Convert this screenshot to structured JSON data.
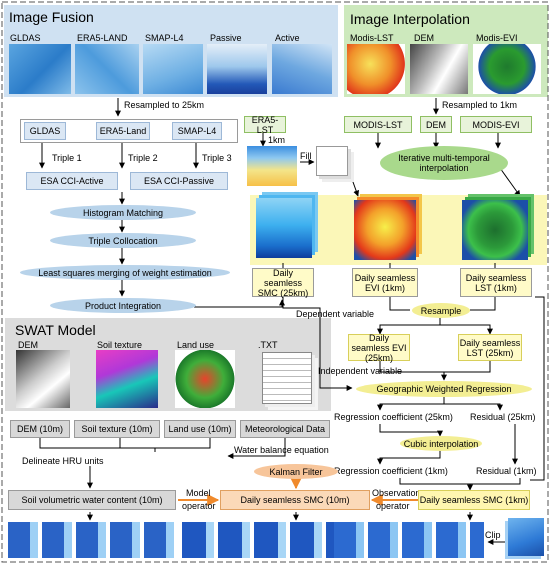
{
  "fusion": {
    "title": "Image Fusion",
    "thumbs": [
      "GLDAS",
      "ERA5-LAND",
      "SMAP-L4",
      "Passive",
      "Active"
    ],
    "resample": "Resampled to 25km",
    "products": [
      "GLDAS",
      "ERA5-Land",
      "SMAP-L4"
    ],
    "triples": [
      "Triple 1",
      "Triple 2",
      "Triple 3"
    ],
    "esa": [
      "ESA CCI-Active",
      "ESA CCI-Passive"
    ],
    "steps": [
      "Histogram Matching",
      "Triple Collocation",
      "Least squares merging of weight estimation",
      "Product Integration"
    ]
  },
  "interp": {
    "title": "Image Interpolation",
    "thumbs": [
      "Modis-LST",
      "DEM",
      "Modis-EVI"
    ],
    "resample": "Resampled to 1km",
    "era5": "ERA5-LST",
    "km1": "1km",
    "fill": "Fill",
    "modis": [
      "MODIS-LST",
      "DEM",
      "MODIS-EVI"
    ],
    "iter": "Iterative multi-temporal interpolation"
  },
  "daily": {
    "smc": "Daily seamless SMC (25km)",
    "evi": "Daily seamless EVI (1km)",
    "lst": "Daily seamless LST (1km)",
    "dependent": "Dependent variable",
    "resample": "Resample",
    "evi25": "Daily seamless EVI (25km)",
    "lst25": "Daily seamless LST (25km)",
    "independent": "Independent variable",
    "gwr": "Geographic Weighted Regression",
    "reg25": "Regression coefficient (25km)",
    "res25": "Residual (25km)",
    "cubic": "Cubic interpolation",
    "reg1": "Regression coefficient (1km)",
    "res1": "Residual (1km)"
  },
  "swat": {
    "title": "SWAT Model",
    "thumbs": [
      "DEM",
      "Soil texture",
      "Land use",
      ".TXT"
    ],
    "inputs": [
      "DEM (10m)",
      "Soil texture (10m)",
      "Land use (10m)",
      "Meteorological Data"
    ],
    "water": "Water balance equation",
    "hru": "Delineate HRU units"
  },
  "bottom": {
    "kalman": "Kalman Filter",
    "svwc": "Soil volumetric water content (10m)",
    "model_op": [
      "Model",
      "operator"
    ],
    "smc10": "Daily seamless SMC (10m)",
    "obs_op": [
      "Observation",
      "operator"
    ],
    "smc1": "Daily seamless SMC (1km)",
    "clip": "Clip"
  },
  "colors": {
    "fusion_bg": "#cfe1f2",
    "interp_bg": "#cde9bd",
    "swat_bg": "#dcdcdc",
    "yellow_bg": "#fbf7b8",
    "blue_ellipse": "#b8d3ea",
    "green_ellipse": "#a9d98c",
    "yellow_ellipse": "#f3ee93",
    "orange_ellipse": "#f7c59a",
    "orange_arrow": "#f08a2c"
  }
}
